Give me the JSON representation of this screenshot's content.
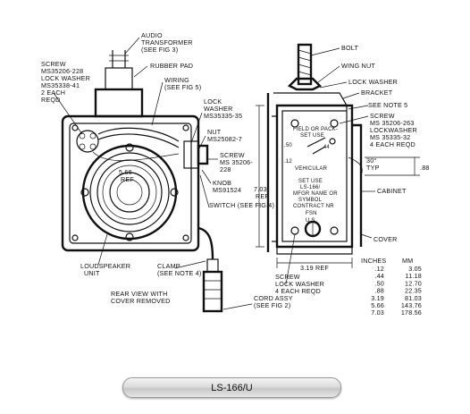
{
  "caption": "LS-166/U",
  "left_view": {
    "audio_transformer": "AUDIO",
    "audio_transformer_2": "TRANSFORMER",
    "audio_transformer_3": "(SEE FIG 3)",
    "rubber_pad": "RUBBER PAD",
    "screw_1": "SCREW",
    "screw_2": "MS35206-228",
    "screw_3": "LOCK WASHER",
    "screw_4": "MS35338-41",
    "screw_5": "2 EACH",
    "screw_6": "REQD",
    "wiring_1": "WIRING",
    "wiring_2": "(SEE FIG 5)",
    "lock_1": "LOCK",
    "lock_2": "WASHER",
    "lock_3": "MS35335-35",
    "nut_1": "NUT",
    "nut_2": "MS25082-7",
    "screw_r1": "SCREW",
    "screw_r2": "MS 35206-",
    "screw_r3": "228",
    "knob_1": "KNOB",
    "knob_2": "MS91524",
    "switch": "SWITCH (SEE FIG.4)",
    "ref_1": "5.66",
    "ref_2": "REF",
    "loudspeaker_1": "LOUDSPEAKER",
    "loudspeaker_2": "UNIT",
    "clamp_1": "CLAMP",
    "clamp_2": "(SEE NOTE 4)",
    "rear_1": "REAR VIEW WITH",
    "rear_2": "COVER REMOVED",
    "cord_1": "CORD ASSY",
    "cord_2": "(SEE FIG 2)"
  },
  "right_view": {
    "bolt": "BOLT",
    "wing_nut": "WING NUT",
    "lock_washer": "LOCK WASHER",
    "bracket": "BRACKET",
    "note5": "SEE NOTE 5",
    "screw_1": "SCREW",
    "screw_2": "MS 35206-263",
    "screw_3": "LOCKWASHER",
    "screw_4": "MS 35335-32",
    "screw_5": "4 EACH REQD",
    "field_1": "FIELD OR PACK-",
    "field_2": "SET USE",
    "vehicular": "VEHICULAR",
    "set_use": "SET USE",
    "ls": "LS-166/",
    "mfgr_1": "MFGR NAME OR",
    "mfgr_2": "SYMBOL",
    "mfgr_3": "CONTRACT NR",
    "fsn": "FSN",
    "us": "U.S.",
    "angle_1": "30°",
    "angle_2": "TYP",
    "dim_88": ".88",
    "dim_50": ".50",
    "dim_12": ".12",
    "dim_44": ".44",
    "dim_703a": "7.03",
    "dim_703b": "REF",
    "cabinet": "CABINET",
    "cover": "COVER",
    "dim_319": "3.19 REF",
    "screw_b1": "SCREW",
    "screw_b2": "LOCK WASHER",
    "screw_b3": "4 EACH REQD"
  },
  "conversion_table": {
    "headers": [
      "INCHES",
      "MM"
    ],
    "rows": [
      [
        ".12",
        "3.05"
      ],
      [
        ".44",
        "11.18"
      ],
      [
        ".50",
        "12.70"
      ],
      [
        ".88",
        "22.35"
      ],
      [
        "3.19",
        "81.03"
      ],
      [
        "5.66",
        "143.76"
      ],
      [
        "7.03",
        "178.56"
      ]
    ]
  }
}
